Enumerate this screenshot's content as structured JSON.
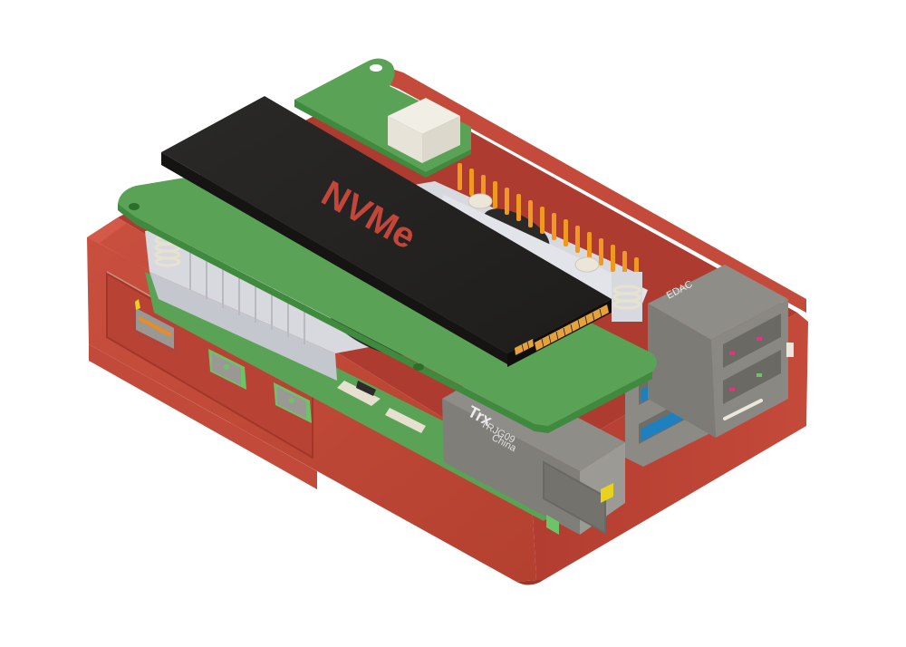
{
  "scene": {
    "description": "Isometric 3D render of a red Raspberry Pi case with a green NVMe adapter board and black M.2 SSD on top",
    "background": "#ffffff"
  },
  "labels": {
    "ssd_label": "NVMe",
    "ethernet_brand": "Trx",
    "ethernet_model": "TRJG09",
    "ethernet_origin": "China",
    "usb_brand": "EDAC"
  },
  "colors": {
    "case_red": "#c1483a",
    "case_red_dark": "#a83a2e",
    "case_red_light": "#cf5545",
    "pcb_green": "#5aa356",
    "pcb_green_dark": "#3f8a3e",
    "ssd_black": "#232220",
    "ssd_label_red": "#c4463a",
    "heatsink_gray": "#d7d9df",
    "connector_gray": "#8c8a85",
    "usb3_blue": "#1f80c0",
    "gold_pins": "#f09820",
    "led_yellow": "#e8d21e",
    "standoff_cream": "#ebe6d8"
  },
  "components": [
    {
      "name": "case",
      "color": "case_red"
    },
    {
      "name": "nvme-hat-board",
      "color": "pcb_green"
    },
    {
      "name": "m2-ssd",
      "color": "ssd_black",
      "label": "NVMe"
    },
    {
      "name": "heatsink",
      "color": "heatsink_gray"
    },
    {
      "name": "gpio-header",
      "color": "gold_pins"
    },
    {
      "name": "ethernet-port",
      "label": "Trx TRJG09 China"
    },
    {
      "name": "usb-ports",
      "label": "EDAC",
      "count": 4
    },
    {
      "name": "usb-c-port",
      "count": 1
    },
    {
      "name": "micro-hdmi-ports",
      "count": 2
    }
  ]
}
